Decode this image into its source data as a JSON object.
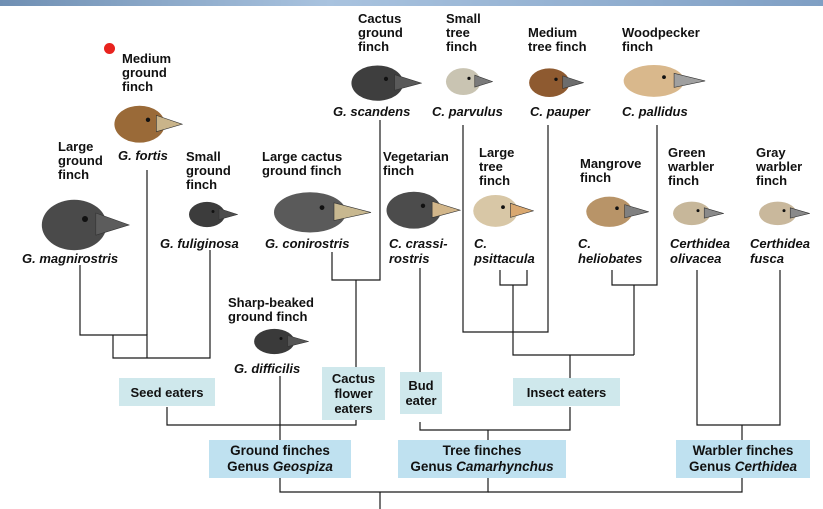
{
  "species": [
    {
      "id": "g-magnirostris",
      "common": "Large\nground\nfinch",
      "latin": "G. magnirostris",
      "color": "#4a4a4a",
      "beak": "#5c5c5c"
    },
    {
      "id": "g-fortis",
      "common": "Medium\nground\nfinch",
      "latin": "G. fortis",
      "color": "#9a6a38",
      "beak": "#c9b48a"
    },
    {
      "id": "g-fuliginosa",
      "common": "Small\nground\nfinch",
      "latin": "G. fuliginosa",
      "color": "#3c3c3c",
      "beak": "#4e4e4e"
    },
    {
      "id": "g-difficilis",
      "common": "Sharp-beaked\nground finch",
      "latin": "G. difficilis",
      "color": "#3a3a3a",
      "beak": "#555555"
    },
    {
      "id": "g-conirostris",
      "common": "Large cactus\nground finch",
      "latin": "G. conirostris",
      "color": "#5a5a5a",
      "beak": "#c8b890"
    },
    {
      "id": "g-scandens",
      "common": "Cactus\nground\nfinch",
      "latin": "G. scandens",
      "color": "#3e3e3e",
      "beak": "#5a5a5a"
    },
    {
      "id": "c-crassirostris",
      "common": "Vegetarian\nfinch",
      "latin": "C. crassi-\nrostris",
      "color": "#4c4c4c",
      "beak": "#d2b68a"
    },
    {
      "id": "c-parvulus",
      "common": "Small\ntree\nfinch",
      "latin": "C. parvulus",
      "color": "#c9c4b2",
      "beak": "#7a7a7a"
    },
    {
      "id": "c-psittacula",
      "common": "Large\ntree\nfinch",
      "latin": "C.\npsittacula",
      "color": "#d8c7a6",
      "beak": "#d9a870"
    },
    {
      "id": "c-pauper",
      "common": "Medium\ntree finch",
      "latin": "C. pauper",
      "color": "#8e5a30",
      "beak": "#6d6d6d"
    },
    {
      "id": "c-heliobates",
      "common": "Mangrove\nfinch",
      "latin": "C.\nheliobates",
      "color": "#b89468",
      "beak": "#808080"
    },
    {
      "id": "c-pallidus",
      "common": "Woodpecker\nfinch",
      "latin": "C. pallidus",
      "color": "#d9b88c",
      "beak": "#a0a0a0"
    },
    {
      "id": "certhidea-olivacea",
      "common": "Green\nwarbler\nfinch",
      "latin": "Certhidea\nolivacea",
      "color": "#c7b79a",
      "beak": "#8a8a8a"
    },
    {
      "id": "certhidea-fusca",
      "common": "Gray\nwarbler\nfinch",
      "latin": "Certhidea\nfusca",
      "color": "#c9b89c",
      "beak": "#8a8a8a"
    }
  ],
  "diet_groups": {
    "seed": "Seed eaters",
    "cactus": "Cactus\nflower\neaters",
    "bud": "Bud\neater",
    "insect": "Insect eaters"
  },
  "genera": {
    "ground": {
      "line1": "Ground finches",
      "prefix": "Genus ",
      "genus": "Geospiza"
    },
    "tree": {
      "line1": "Tree finches",
      "prefix": "Genus ",
      "genus": "Camarhynchus"
    },
    "warbler": {
      "line1": "Warbler finches",
      "prefix": "Genus ",
      "genus": "Certhidea"
    }
  },
  "colors": {
    "diet_box": "#cfe8ec",
    "genus_box": "#bfe1f0",
    "marker": "#e8231e"
  }
}
